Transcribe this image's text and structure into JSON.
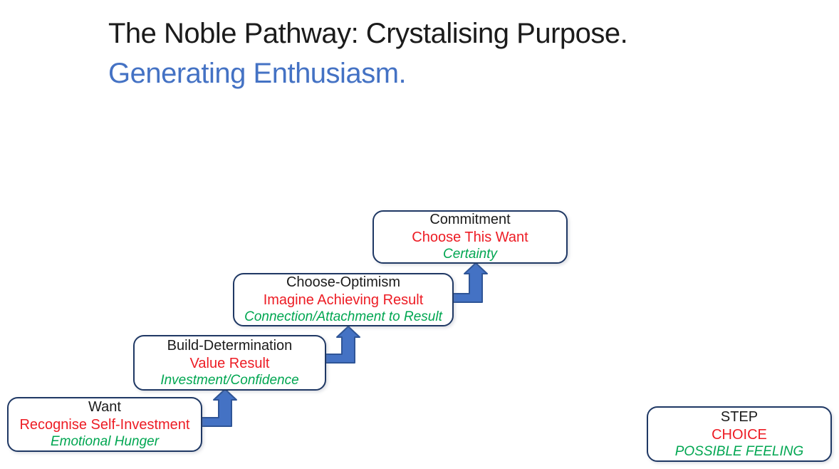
{
  "slide": {
    "title_line1": "The Noble Pathway: Crystalising Purpose.",
    "title_line2": "Generating Enthusiasm."
  },
  "pathway": {
    "steps": [
      {
        "step": "Want",
        "choice": "Recognise Self-Investment",
        "feeling": "Emotional Hunger"
      },
      {
        "step": "Build-Determination",
        "choice": "Value Result",
        "feeling": "Investment/Confidence"
      },
      {
        "step": "Choose-Optimism",
        "choice": "Imagine Achieving Result",
        "feeling": "Connection/Attachment to Result"
      },
      {
        "step": "Commitment",
        "choice": "Choose This Want",
        "feeling": "Certainty"
      }
    ]
  },
  "legend": {
    "step": "STEP",
    "choice": "CHOICE",
    "feeling": "POSSIBLE FEELING"
  },
  "colors": {
    "title_accent_blue": "#4472C4",
    "step_text_black": "#1B1B1B",
    "choice_text_red": "#ED1C24",
    "feeling_text_green": "#00A651",
    "box_border_navy": "#1F3864",
    "arrow_fill_blue": "#4472C4",
    "arrow_border_blue": "#2F5597"
  }
}
